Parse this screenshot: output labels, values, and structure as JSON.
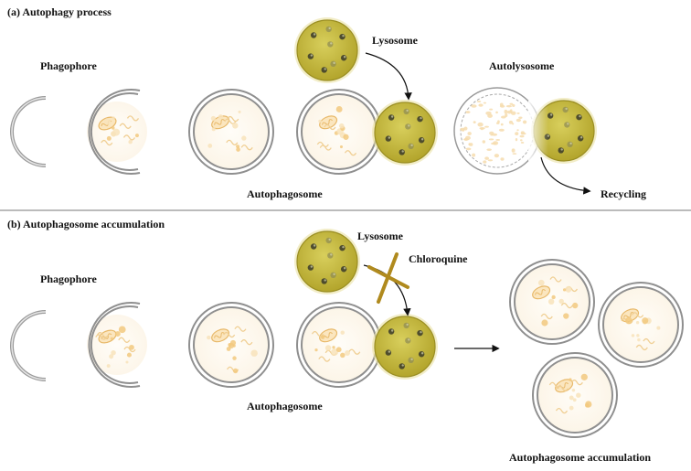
{
  "panel_a": {
    "title": "(a) Autophagy process",
    "phagophore": "Phagophore",
    "lysosome": "Lysosome",
    "autolysosome": "Autolysosome",
    "autophagosome": "Autophagosome",
    "recycling": "Recycling"
  },
  "panel_b": {
    "title": "(b) Autophagosome accumulation",
    "phagophore": "Phagophore",
    "lysosome": "Lysosome",
    "chloroquine": "Chloroquine",
    "autophagosome": "Autophagosome",
    "accumulation": "Autophagosome accumulation"
  },
  "colors": {
    "lysosome_fill": "#c9bd3e",
    "lysosome_edge": "#9a8e22",
    "membrane": "#777777",
    "cargo": "#e8b96a",
    "chloroquine": "#b08a1e"
  }
}
